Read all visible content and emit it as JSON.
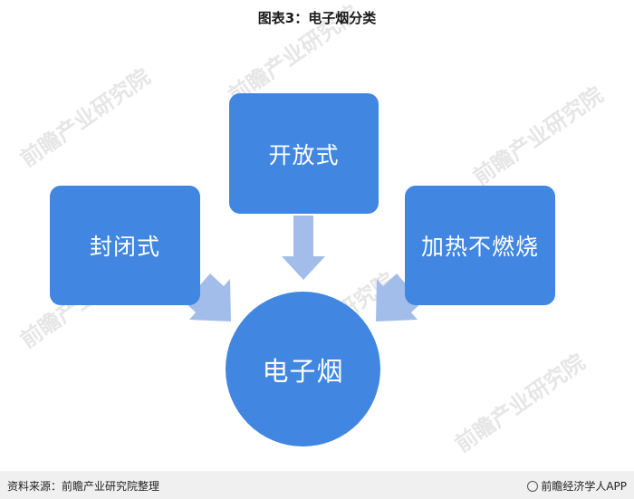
{
  "title": "图表3：电子烟分类",
  "diagram": {
    "top": "开放式",
    "left": "封闭式",
    "right": "加热不燃烧",
    "center": "电子烟"
  },
  "watermark": "前瞻产业研究院",
  "footer": {
    "source": "资料来源：前瞻产业研究院整理",
    "brand": "前瞻经济学人APP"
  },
  "colors": {
    "node": "#4186e0",
    "arrow": "#a3bdea",
    "footer_bg": "#f0f0f0"
  }
}
